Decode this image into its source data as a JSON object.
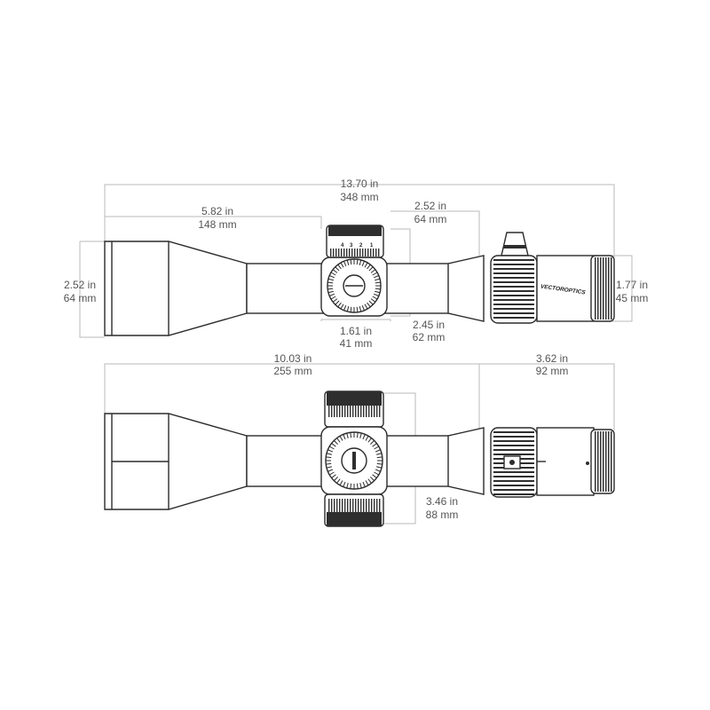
{
  "top_view": {
    "overall_length": {
      "in": "13.70 in",
      "mm": "348 mm"
    },
    "objective_to_turret": {
      "in": "5.82 in",
      "mm": "148 mm"
    },
    "objective_diameter": {
      "in": "2.52 in",
      "mm": "64 mm"
    },
    "turret_to_ocular": {
      "in": "2.52 in",
      "mm": "64 mm"
    },
    "turret_width": {
      "in": "1.61 in",
      "mm": "41 mm"
    },
    "tube_section": {
      "in": "2.45 in",
      "mm": "62 mm"
    },
    "eyepiece_diameter": {
      "in": "1.77 in",
      "mm": "45 mm"
    },
    "brand_label": "VECTOROPTICS",
    "turret_numbers": [
      "4",
      "3",
      "2",
      "1"
    ]
  },
  "side_view": {
    "objective_to_ring": {
      "in": "10.03 in",
      "mm": "255 mm"
    },
    "eyepiece_length": {
      "in": "3.62 in",
      "mm": "92 mm"
    },
    "turret_height": {
      "in": "3.46 in",
      "mm": "88 mm"
    }
  }
}
